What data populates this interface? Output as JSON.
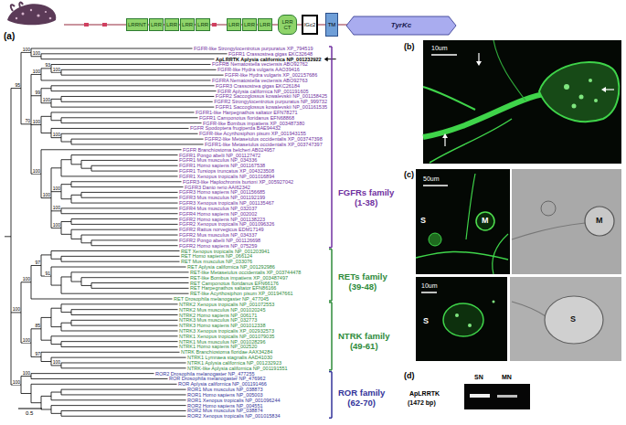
{
  "diagram": {
    "nodes": [
      {
        "text": [
          "LRRNT"
        ]
      },
      {
        "text": [
          "LRR"
        ]
      },
      {
        "text": [
          "LRR"
        ]
      },
      {
        "text": [
          "LRR"
        ]
      },
      {
        "text": [
          "LRR"
        ]
      },
      {
        "text": [
          "LRR"
        ]
      },
      {
        "text": [
          "LRR"
        ]
      },
      {
        "text": [
          "LRR"
        ]
      },
      {
        "text": [
          "LRR CT"
        ]
      },
      {
        "text": [
          "IGc2"
        ]
      },
      {
        "text": [
          "TM"
        ]
      },
      {
        "text": [
          "TyrKc"
        ]
      },
      {
        "text": [
          "10um"
        ]
      },
      {
        "text": [
          "50um",
          "S",
          "M"
        ]
      },
      {
        "text": [
          "M"
        ]
      },
      {
        "text": [
          "10um",
          "S"
        ]
      },
      {
        "text": [
          "S"
        ]
      }
    ],
    "labels": [
      "(a)",
      "FGFR-like Strongylocentrotus purpuratus XP_794519",
      "FGFR1 Crassostrea gigas EKC32648",
      "ApLRRTK Aplysia californica NP_001232922",
      "FGFRB Nematostella vectensis ABO92762",
      "FGFR-like Hydra vulgaris AAO39416",
      "FGFR-like Hydra vulgaris XP_002157686",
      "FGFRA Nematostella vectensis ABO92763",
      "FGFR3 Crassostrea gigas EKC26184",
      "FGFR Aplysia californica NP_001191605",
      "FGFR2 Saccoglossus kowalevskii NP_001158425",
      "FGFR2 Strongylocentrotus purpuratus NP_999732",
      "FGFR1 Saccoglossus kowalevskii NP_001161535",
      "FGFR1-like Harpegnathos saltator EFN78271",
      "FGFR1 Camponotus floridanus EFN68868",
      "FGFR-like Bombus impatiens XP_003487380",
      "FGFR Spodoptera frugiperda BAE94432",
      "FGFR-like Acyrthosiphon pisum XP_001943155",
      "FGFR2-like Metaseiulus occidentalis XP_003747398",
      "FGFR1-like Metaseiulus occidentalis XP_003747397",
      "FGFR Branchiostoma belcheri AB024957",
      "FGFR1 Pongo abelii NP_001127472",
      "FGFR1 Mus musculus NP_034336",
      "FGFR1 Homo sapiens NP_001167538",
      "FGFR1 Tursiops truncatus XP_004323508",
      "FGFR1 Xenopus tropicalis NP_001016894",
      "FGFR3-like Haplochromis burtoni XP_005927042",
      "FGFR3 Danio rerio AAI62342",
      "FGFR3 Homo sapiens NP_001156685",
      "FGFR3 Mus musculus NP_001192199",
      "FGFR3 Xenopus tropicalis NP_001135467",
      "FGFR4 Mus musculus NP_032037",
      "FGFR4 Homo sapiens NP_002002",
      "FGFR2 Homo sapiens NP_001138223",
      "FGFR2 Xenopus tropicalis NP_001096326",
      "FGFR2 Rattus norvegicus EDM17149",
      "FGFR2 Mus musculus NP_034337",
      "FGFR2 Pongo abelii NP_001126698",
      "FGFR2 Homo sapiens NP_075259",
      "RET Xenopus tropicalis NP_001203941",
      "RET Homo sapiens NP_066124",
      "RET Mus musculus NP_033076",
      "RET Aplysia californica NP_001292986",
      "RET-like Metaseiulus occidentalis XP_003744478",
      "RET-like Bombus impatiens XP_003487497",
      "RET Camponotus floridanus EFN66176",
      "RET Harpegnathos saltator EFN86166",
      "RET-like Acyrthosiphon pisum XP_001947661",
      "RET Drosophila melanogaster NP_477045",
      "NTRK2 Xenopus tropicalis NP_001072553",
      "NTRK2 Mus musculus NP_001020245",
      "NTRK2 Homo sapiens NP_006171",
      "NTRK3 Mus musculus NP_032773",
      "NTRK3 Homo sapiens NP_001012338",
      "NTRK3 Xenopus tropicalis XP_002932573",
      "NTRK1 Xenopus tropicalis NP_001079035",
      "NTRK1 Mus musculus NP_001028296",
      "NTRK1 Homo sapiens NP_002520",
      "NTRK Branchiostoma floridae AAX34284",
      "NTRK1 Lymnaea stagnalis AAD41030",
      "NTRK1 Aplysia californica NP_001232923",
      "NTRK-like Aplysia californica NP_001191551",
      "ROR2 Drosophila melanogaster NP_477255",
      "ROR Drosophila melanogaster NP_476962",
      "ROR Aplysia californica NP_001191466",
      "ROR1 Mus musculus NP_038873",
      "ROR1 Homo sapiens NP_005003",
      "ROR1 Xenopus tropicalis NP_001096244",
      "ROR2 Homo sapiens NP_004551",
      "ROR2 Mus musculus NP_038874",
      "ROR2 Xenopus tropicalis NP_001015834",
      "100",
      "95",
      "100",
      "70",
      "100",
      "93",
      "100",
      "99",
      "100",
      "100",
      "100",
      "100",
      "100",
      "100",
      "100",
      "100",
      "100",
      "97",
      "91",
      "100",
      "85",
      "97",
      "100",
      "100",
      "100",
      "100",
      "0.5",
      "FGFRs family",
      "(1-38)",
      "RETs family",
      "(39-48)",
      "NTRK family",
      "(49-61)",
      "ROR family",
      "(62-70)",
      "(b)",
      "(c)",
      "(d)",
      "SN",
      "MN",
      "ApLRRTK",
      "(1472 bp)"
    ]
  }
}
